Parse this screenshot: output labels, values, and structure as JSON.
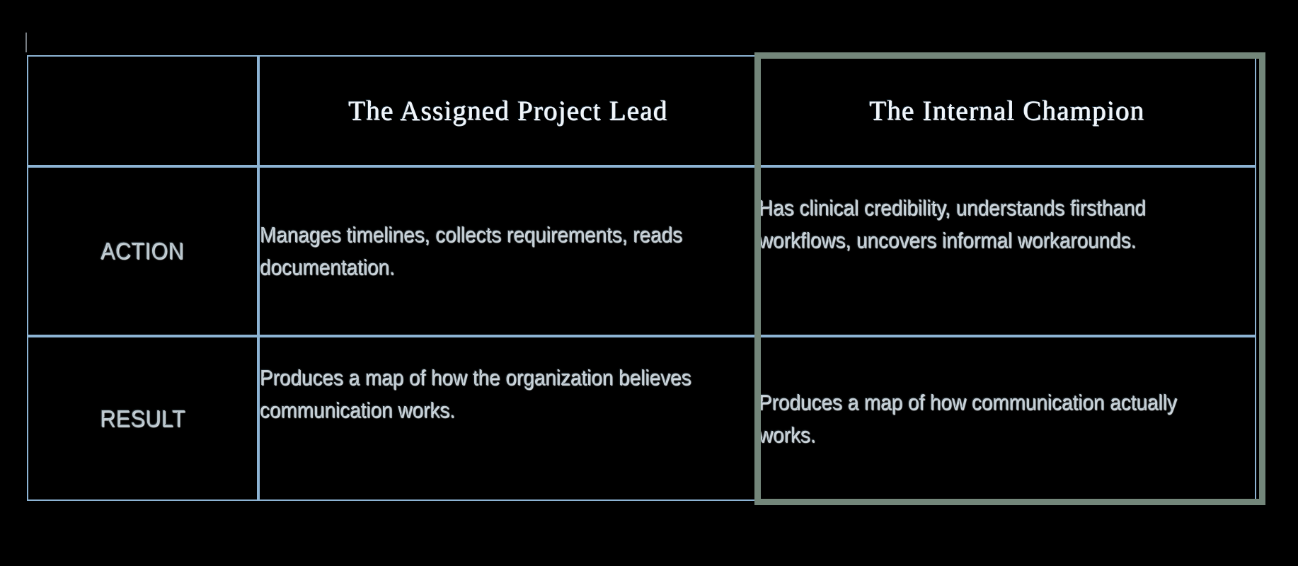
{
  "table": {
    "columns": [
      {
        "key": "label",
        "header": ""
      },
      {
        "key": "lead",
        "header": "The Assigned Project Lead"
      },
      {
        "key": "champ",
        "header": "The Internal Champion"
      }
    ],
    "rows": [
      {
        "label": "ACTION",
        "lead": "Manages timelines, collects requirements, reads documentation.",
        "champ": "Has clinical credibility, understands firsthand workflows, uncovers informal workarounds."
      },
      {
        "label": "RESULT",
        "lead": "Produces a map of how the organization believes communication works.",
        "champ": "Produces a map of how communication actually works."
      }
    ]
  },
  "style": {
    "header_fill": "#0a4d7d",
    "grid_border": "#8db4d4",
    "highlight_border": "#73867a",
    "background": "#000000",
    "body_text_color": "#c3ced5"
  }
}
